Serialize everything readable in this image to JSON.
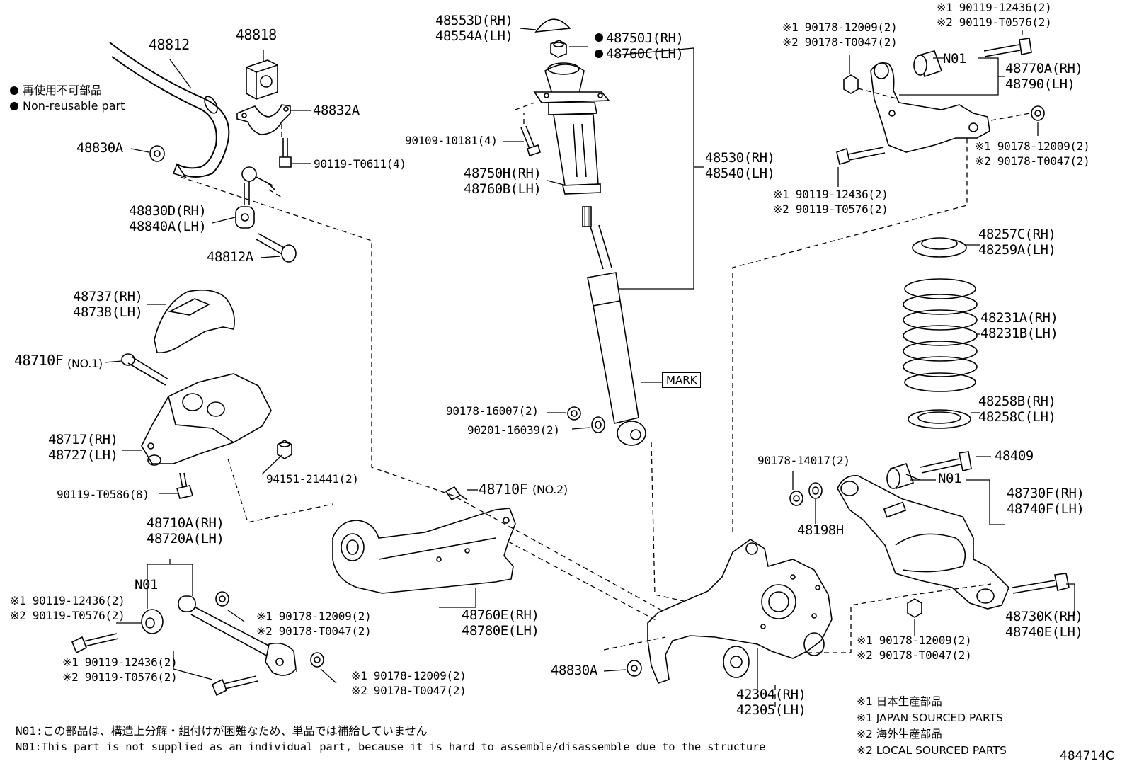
{
  "legend": {
    "jp": "再使用不可部品",
    "en": "Non-reusable part"
  },
  "parts": [
    {
      "id": "p48812",
      "lines": [
        "48812"
      ]
    },
    {
      "id": "p48818",
      "lines": [
        "48818"
      ]
    },
    {
      "id": "p48832a",
      "lines": [
        "48832A"
      ]
    },
    {
      "id": "p48830a_top",
      "lines": [
        "48830A"
      ]
    },
    {
      "id": "p90119t0611",
      "lines": [
        "90119-T0611(4)"
      ]
    },
    {
      "id": "p48830d",
      "lines": [
        "48830D(RH)",
        "48840A(LH)"
      ]
    },
    {
      "id": "p48812a",
      "lines": [
        "48812A"
      ]
    },
    {
      "id": "p48553d",
      "lines": [
        "48553D(RH)",
        "48554A(LH)"
      ]
    },
    {
      "id": "p48750j",
      "lines": [
        "48750J(RH)",
        "48760C(LH)"
      ]
    },
    {
      "id": "p90109",
      "lines": [
        "90109-10181(4)"
      ]
    },
    {
      "id": "p48750h",
      "lines": [
        "48750H(RH)",
        "48760B(LH)"
      ]
    },
    {
      "id": "p48530",
      "lines": [
        "48530(RH)",
        "48540(LH)"
      ]
    },
    {
      "id": "p48737",
      "lines": [
        "48737(RH)",
        "48738(LH)"
      ]
    },
    {
      "id": "p48710f1",
      "lines": [
        "48710F"
      ]
    },
    {
      "id": "p48717",
      "lines": [
        "48717(RH)",
        "48727(LH)"
      ]
    },
    {
      "id": "p94151",
      "lines": [
        "94151-21441(2)"
      ]
    },
    {
      "id": "p90119t0586",
      "lines": [
        "90119-T0586(8)"
      ]
    },
    {
      "id": "p90178_16007",
      "lines": [
        "90178-16007(2)"
      ]
    },
    {
      "id": "p90201",
      "lines": [
        "90201-16039(2)"
      ]
    },
    {
      "id": "p48710f2",
      "lines": [
        "48710F"
      ]
    },
    {
      "id": "p48710a",
      "lines": [
        "48710A(RH)",
        "48720A(LH)"
      ]
    },
    {
      "id": "pN01_left",
      "lines": [
        "N01"
      ]
    },
    {
      "id": "p48760e",
      "lines": [
        "48760E(RH)",
        "48780E(LH)"
      ]
    },
    {
      "id": "p48830a_bot",
      "lines": [
        "48830A"
      ]
    },
    {
      "id": "p42304",
      "lines": [
        "42304(RH)",
        "42305(LH)"
      ]
    },
    {
      "id": "p48409",
      "lines": [
        "48409"
      ]
    },
    {
      "id": "p90178_14017",
      "lines": [
        "90178-14017(2)"
      ]
    },
    {
      "id": "p48198h",
      "lines": [
        "48198H"
      ]
    },
    {
      "id": "pN01_lower",
      "lines": [
        "N01"
      ]
    },
    {
      "id": "p48730f",
      "lines": [
        "48730F(RH)",
        "48740F(LH)"
      ]
    },
    {
      "id": "p48730k",
      "lines": [
        "48730K(RH)",
        "48740E(LH)"
      ]
    },
    {
      "id": "p48257c",
      "lines": [
        "48257C(RH)",
        "48259A(LH)"
      ]
    },
    {
      "id": "p48231a",
      "lines": [
        "48231A(RH)",
        "48231B(LH)"
      ]
    },
    {
      "id": "p48258b",
      "lines": [
        "48258B(RH)",
        "48258C(LH)"
      ]
    },
    {
      "id": "pN01_upper",
      "lines": [
        "N01"
      ]
    },
    {
      "id": "p48770a",
      "lines": [
        "48770A(RH)",
        "48790(LH)"
      ]
    }
  ],
  "small": {
    "no1": "(NO.1)",
    "no2": "(NO.2)",
    "mark": "MARK"
  },
  "alt_parts": [
    {
      "id": "a_ur_top_bolt",
      "lines": [
        "※1 90119-12436(2)",
        "※2 90119-T0576(2)"
      ]
    },
    {
      "id": "a_ur_top_nut",
      "lines": [
        "※1 90178-12009(2)",
        "※2 90178-T0047(2)"
      ]
    },
    {
      "id": "a_ur_right_nut",
      "lines": [
        "※1 90178-12009(2)",
        "※2 90178-T0047(2)"
      ]
    },
    {
      "id": "a_ur_bolt",
      "lines": [
        "※1 90119-12436(2)",
        "※2 90119-T0576(2)"
      ]
    },
    {
      "id": "a_ll_bolt1",
      "lines": [
        "※1 90119-12436(2)",
        "※2 90119-T0576(2)"
      ]
    },
    {
      "id": "a_ll_nut1",
      "lines": [
        "※1 90178-12009(2)",
        "※2 90178-T0047(2)"
      ]
    },
    {
      "id": "a_ll_bolt2",
      "lines": [
        "※1 90119-12436(2)",
        "※2 90119-T0576(2)"
      ]
    },
    {
      "id": "a_ll_nut2",
      "lines": [
        "※1 90178-12009(2)",
        "※2 90178-T0047(2)"
      ]
    },
    {
      "id": "a_lr_nut",
      "lines": [
        "※1 90178-12009(2)",
        "※2 90178-T0047(2)"
      ]
    }
  ],
  "footnotes": {
    "jp": "N01:この部品は、構造上分解・組付けが困難なため、単品では補給していません",
    "en": "N01:This part is not supplied as an individual part, because it is hard to assemble/disassemble due to the structure"
  },
  "source_notes": [
    "※1 日本生産部品",
    "※1 JAPAN SOURCED PARTS",
    "※2 海外生産部品",
    "※2 LOCAL SOURCED PARTS"
  ],
  "figure_id": "484714C"
}
